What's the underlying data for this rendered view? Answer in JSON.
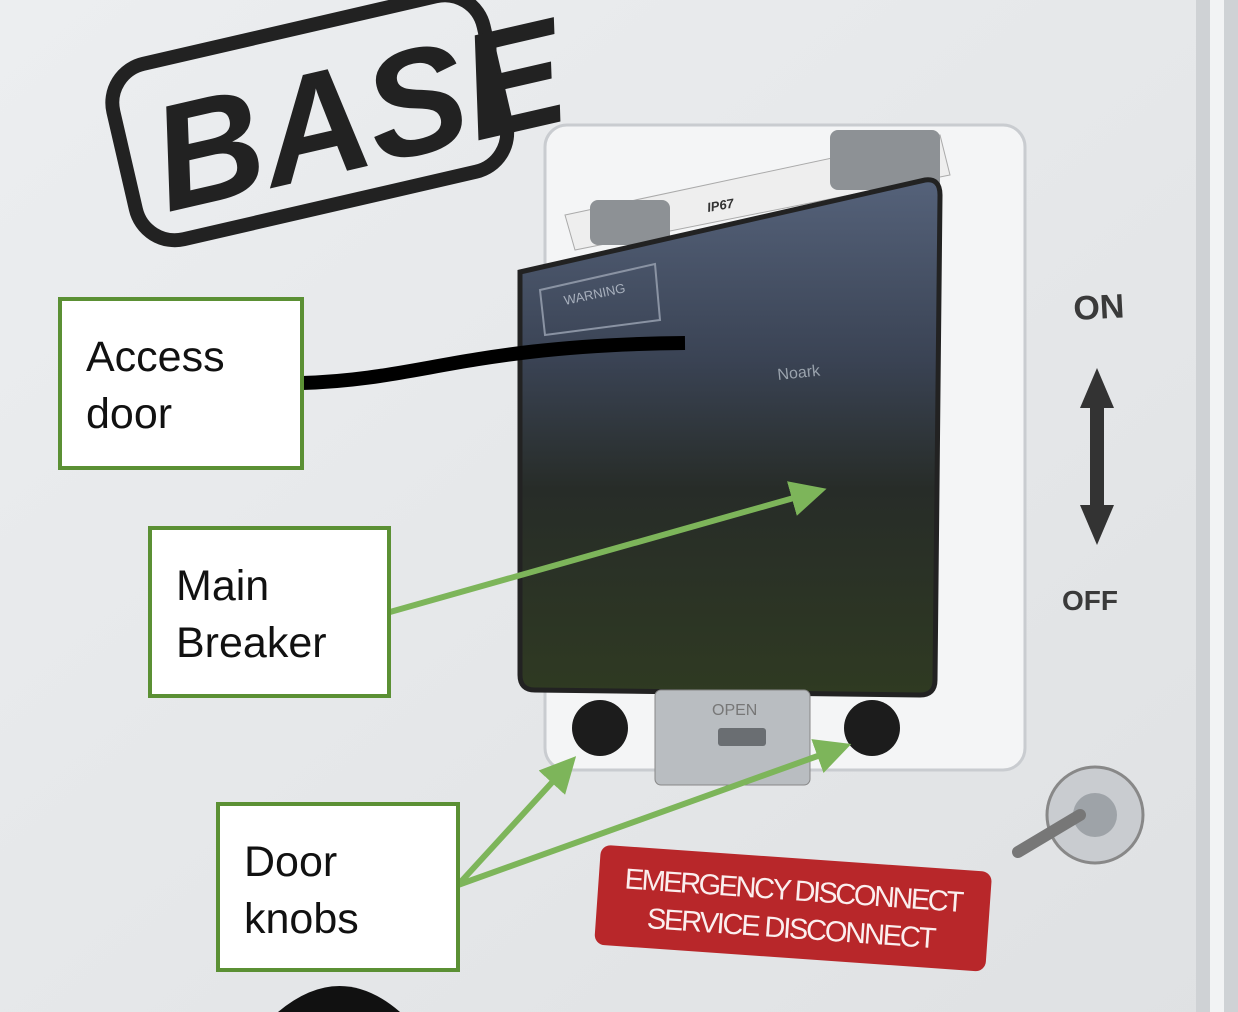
{
  "photo": {
    "brand_logo": "BASE",
    "enclosure_rating": "IP67",
    "window_warning": "WARNING",
    "breaker_brand": "Noark",
    "latch_label": "OPEN",
    "switch_on_label": "ON",
    "switch_off_label": "OFF",
    "red_label": {
      "line1": "EMERGENCY DISCONNECT",
      "line2": "SERVICE DISCONNECT"
    }
  },
  "callouts": [
    {
      "line1": "Access",
      "line2": "door"
    },
    {
      "line1": "Main",
      "line2": "Breaker"
    },
    {
      "line1": "Door",
      "line2": "knobs"
    }
  ],
  "colors": {
    "callout_border": "#5b9034",
    "arrow_green": "#7db55a",
    "label_red": "#b8272a"
  }
}
